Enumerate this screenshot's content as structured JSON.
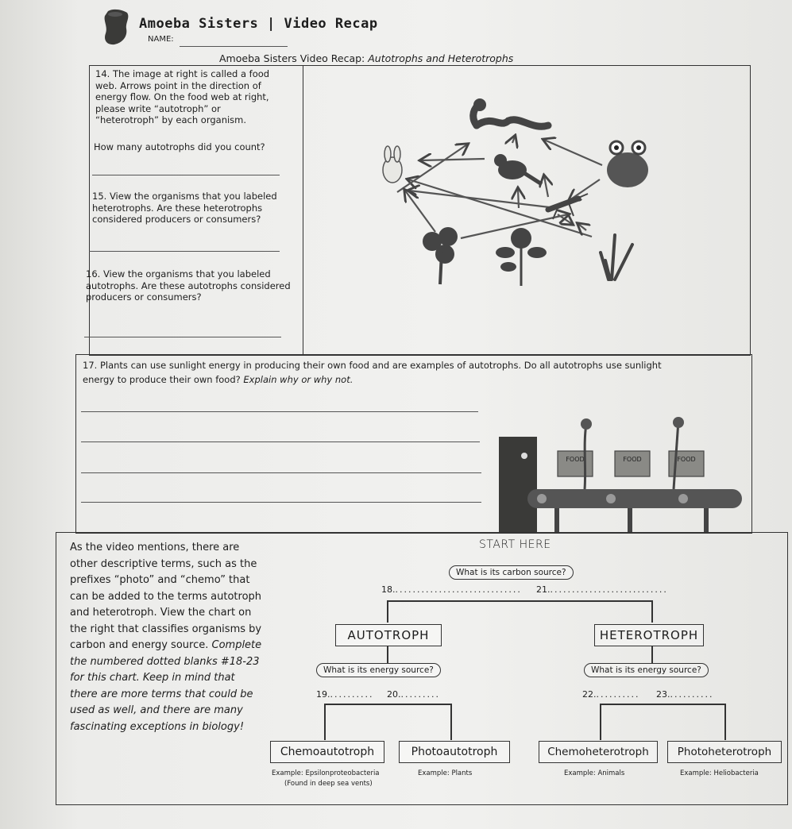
{
  "header": {
    "title": "Amoeba Sisters | Video Recap",
    "name_label": "NAME:",
    "recap_title_prefix": "Amoeba Sisters Video Recap: ",
    "recap_title_topic": "Autotrophs and Heterotrophs"
  },
  "q14": {
    "prompt": "14. The image at right is called a food web. Arrows point in the direction of energy flow. On the food web at right, please write “autotroph” or “heterotroph” by each organism.",
    "question": "How many autotrophs did you count?"
  },
  "q15": {
    "prompt": "15. View the organisms that you labeled heterotrophs. Are these heterotrophs considered producers or consumers?"
  },
  "q16": {
    "prompt": "16. View the organisms that you labeled autotrophs. Are these autotrophs considered producers or consumers?"
  },
  "q17": {
    "prompt_a": "17. Plants can use sunlight energy in producing their own food and are examples of autotrophs. Do all autotrophs use sunlight energy to produce their own food?",
    "prompt_b": "Explain why or why not."
  },
  "factory": {
    "labels": [
      "FOOD",
      "FOOD",
      "FOOD"
    ]
  },
  "chart_intro": {
    "text_a": "As the video mentions, there are other descriptive terms, such as the prefixes “photo” and “chemo” that can be added to the terms autotroph and heterotroph. View the chart on the right that classifies organisms by carbon and energy source.",
    "text_b": "Complete the numbered dotted blanks #18-23 for this chart. Keep in mind that there are more terms that could be used as well, and there are many fascinating exceptions in biology!"
  },
  "flowchart": {
    "start": "START HERE",
    "carbon_q": "What is its carbon source?",
    "b18": "18.",
    "b21": "21.",
    "autotroph": "AUTOTROPH",
    "heterotroph": "HETEROTROPH",
    "energy_q_left": "What is its energy source?",
    "energy_q_right": "What is its energy source?",
    "b19": "19.",
    "b20": "20.",
    "b22": "22.",
    "b23": "23.",
    "chemoauto": "Chemoautotroph",
    "photoauto": "Photoautotroph",
    "chemohetero": "Chemoheterotroph",
    "photohetero": "Photoheterotroph",
    "ex_chemoauto": "Example: Epsilonproteobacteria",
    "ex_chemoauto_note": "(Found in deep sea vents)",
    "ex_photoauto": "Example: Plants",
    "ex_chemohetero": "Example: Animals",
    "ex_photohetero": "Example: Heliobacteria"
  }
}
